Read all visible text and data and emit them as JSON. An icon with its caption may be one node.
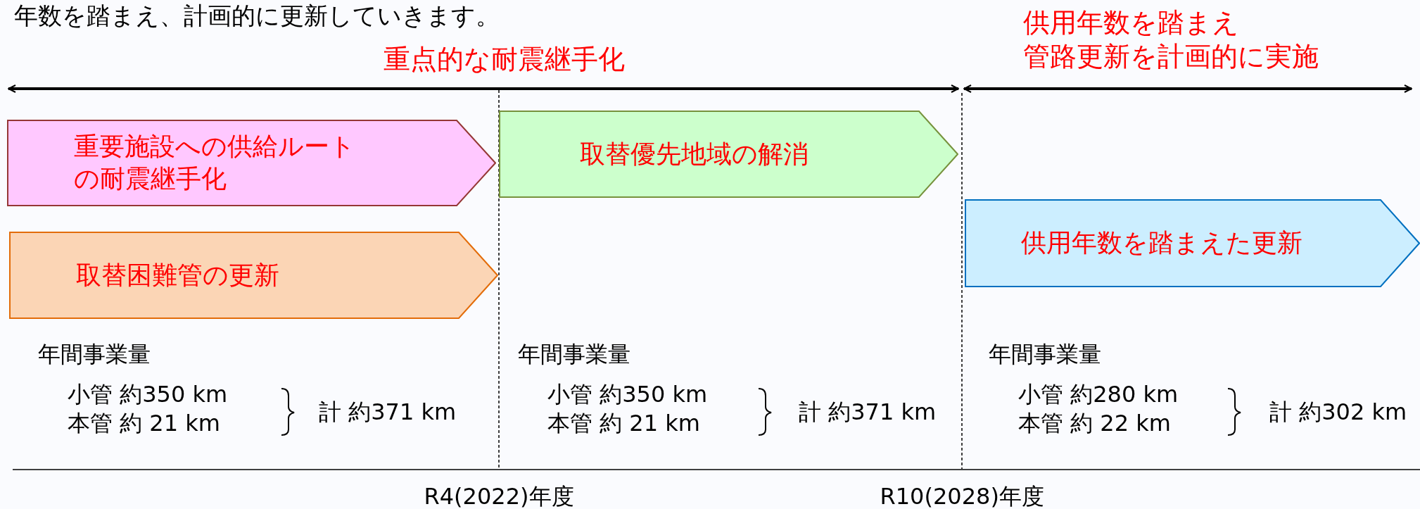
{
  "diagram": {
    "nodes": [
      {
        "text": [
          "重要施設への供給ルートの耐震継手化"
        ]
      },
      {
        "text": [
          "取替優先地域の解消"
        ]
      },
      {
        "text": [
          "取替困難管の更新"
        ]
      },
      {
        "text": [
          "供用年数を踏まえた更新"
        ]
      }
    ],
    "edges": [],
    "labels": [
      "年数を踏まえ、計画的に更新していきます。",
      "重点的な耐震継手化",
      "供用年数を踏まえ",
      "管路更新を計画的に実施",
      "年間事業量",
      "小管 約350 km",
      "本管 約 21 km",
      "計 約371 km",
      "年間事業量",
      "小管 約350 km",
      "本管 約 21 km",
      "計 約371 km",
      "年間事業量",
      "小管 約280 km",
      "本管 約 22 km",
      "計 約302 km",
      "R4(2022)年度",
      "R10(2028)年度"
    ]
  }
}
